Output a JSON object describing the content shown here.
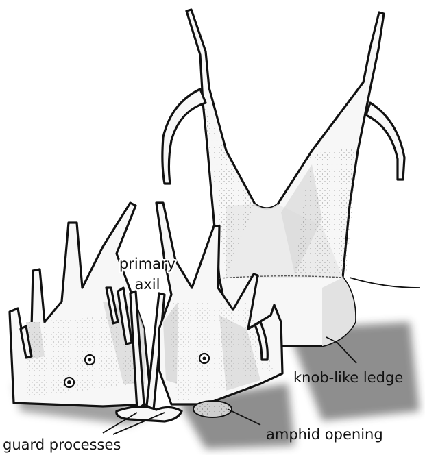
{
  "figure": {
    "labels": {
      "primary_axil_line1": "primary",
      "primary_axil_line2": "axil",
      "knob_like_ledge": "knob-like ledge",
      "guard_processes": "guard processes",
      "amphid_opening": "amphid opening"
    }
  }
}
